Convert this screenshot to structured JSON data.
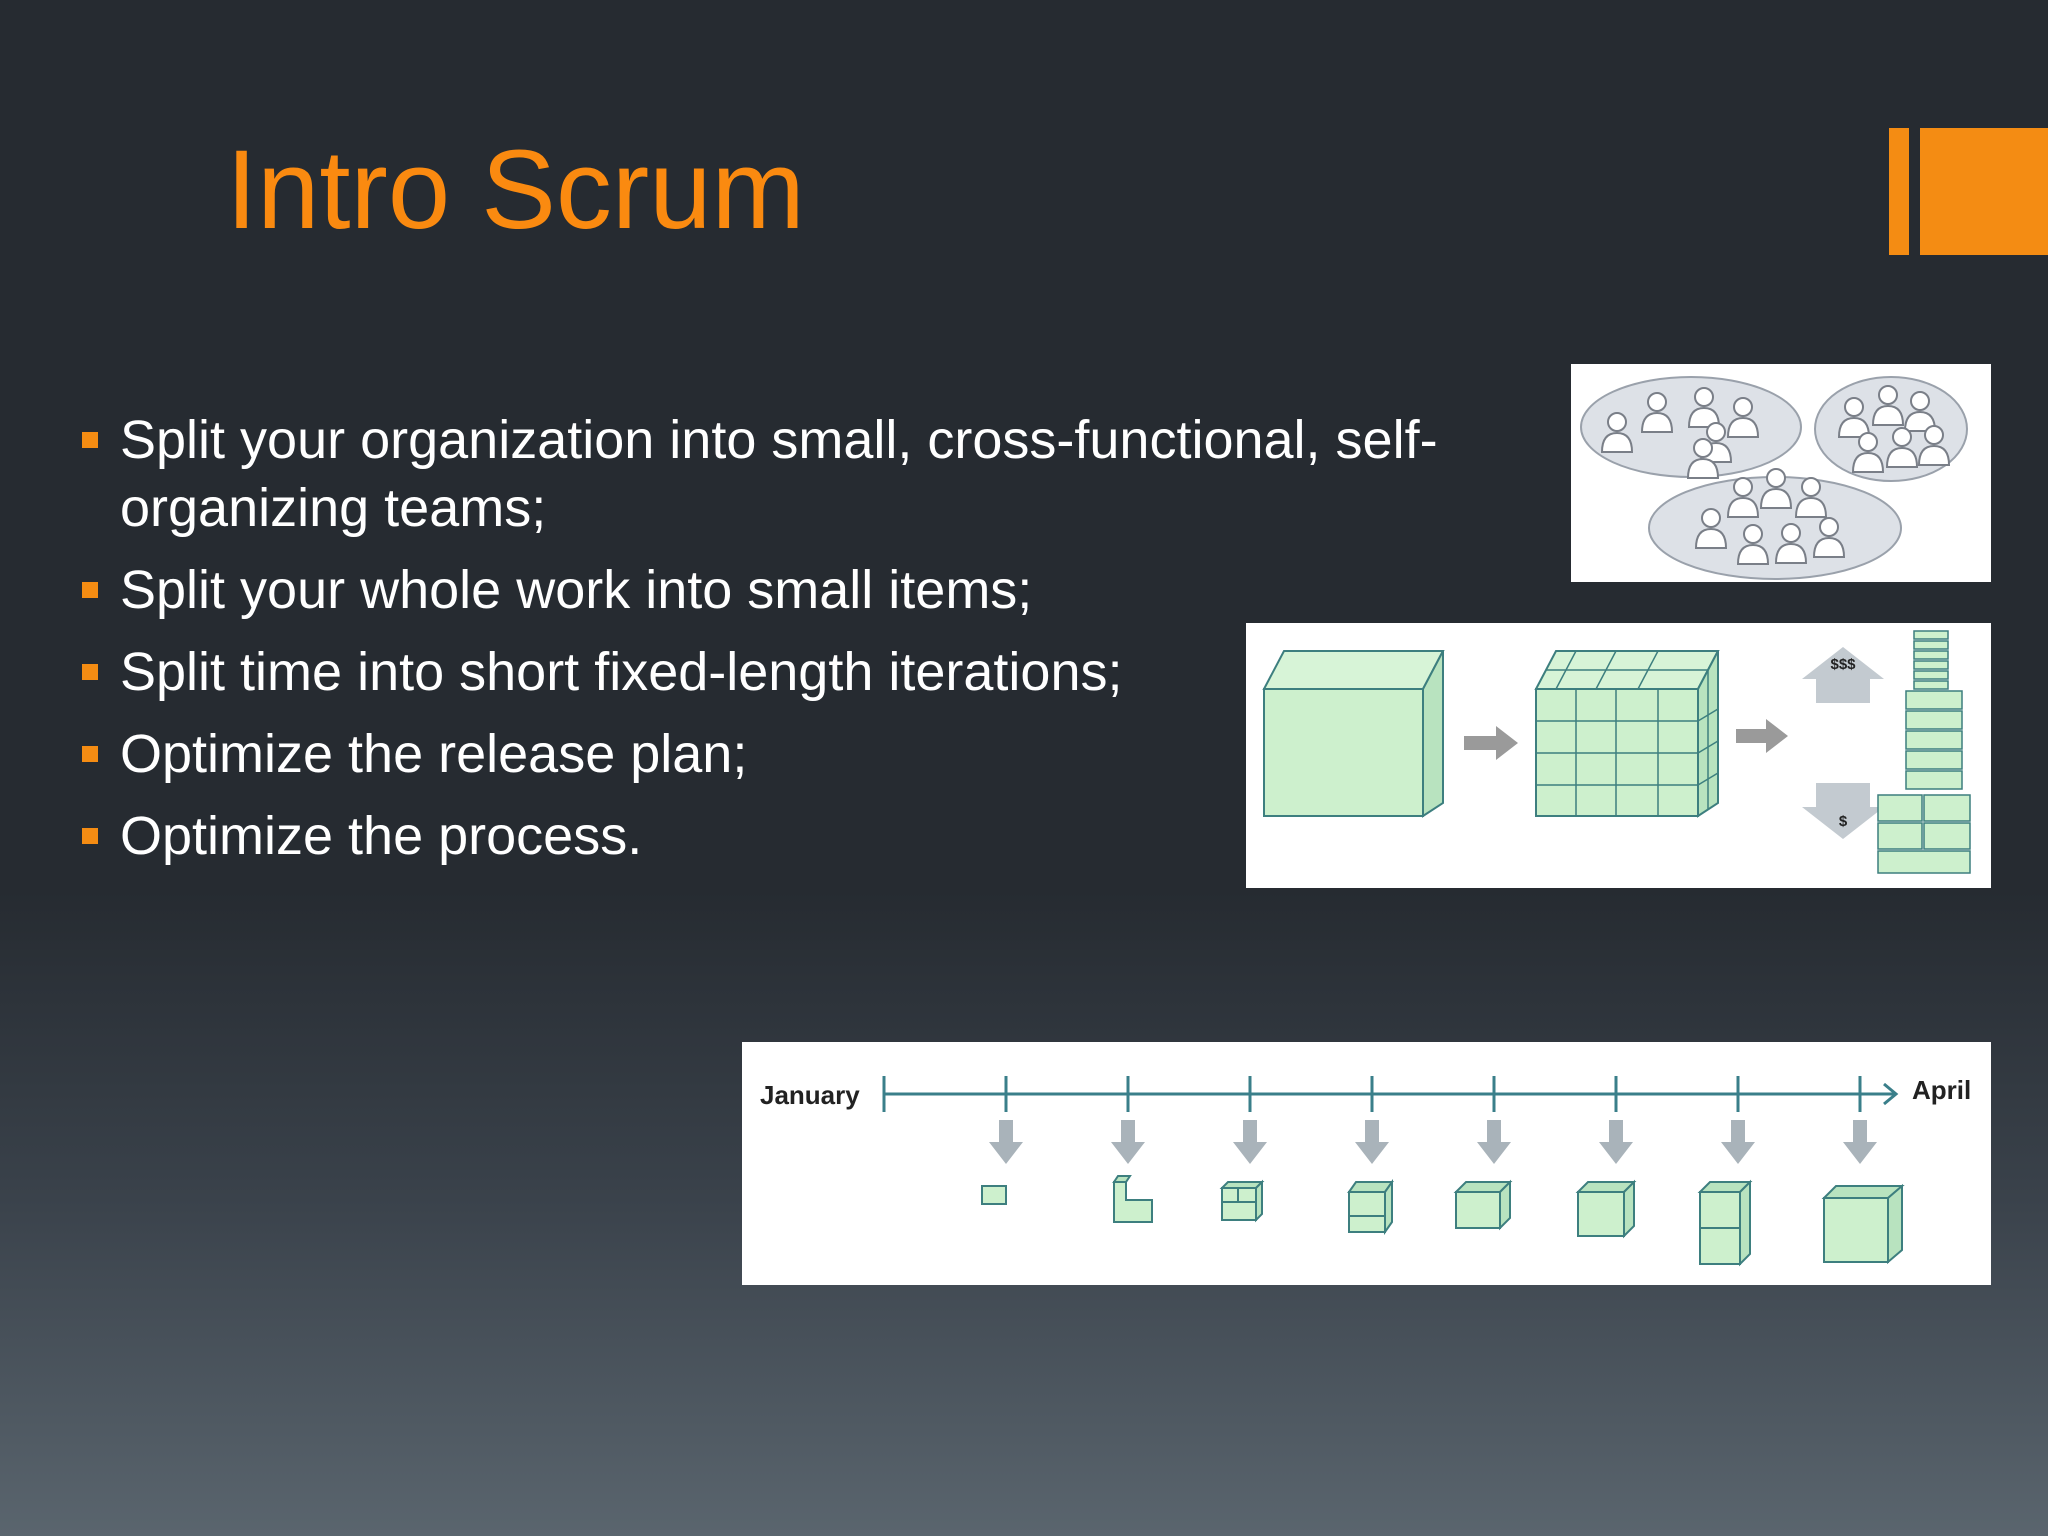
{
  "slide": {
    "title": "Intro Scrum",
    "accent_color": "#f48c13",
    "bullets": [
      "Split your organization into small, cross-functional, self-organizing teams;",
      "Split your whole work into small items;",
      "Split time into short fixed-length iterations;",
      "Optimize the release plan;",
      "Optimize the process."
    ]
  },
  "figures": {
    "teams": {
      "icon": "team-groups-icon"
    },
    "work_split": {
      "high_value_label": "$$$",
      "low_value_label": "$"
    },
    "timeline": {
      "start_label": "January",
      "end_label": "April"
    }
  }
}
